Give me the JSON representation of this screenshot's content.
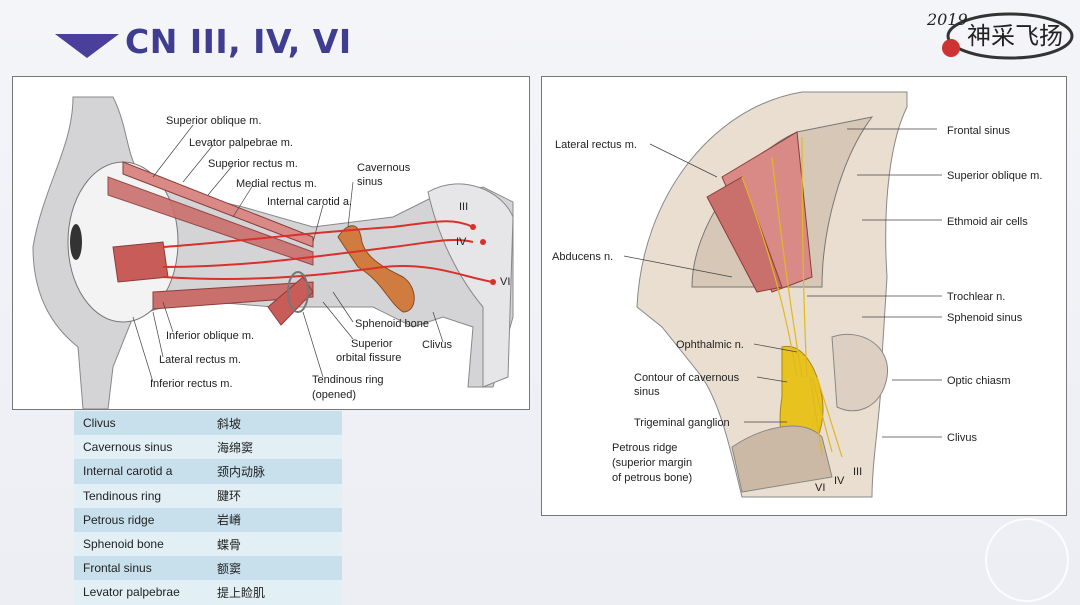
{
  "slide": {
    "title": "CN III, IV, VI"
  },
  "logo": {
    "year": "2019",
    "text": "神采飞扬"
  },
  "left_figure": {
    "labels": {
      "superior_oblique": "Superior oblique m.",
      "levator_palpebrae": "Levator palpebrae m.",
      "superior_rectus": "Superior rectus m.",
      "medial_rectus": "Medial rectus m.",
      "cavernous_sinus_1": "Cavernous",
      "cavernous_sinus_2": "sinus",
      "internal_carotid": "Internal carotid a.",
      "cn3": "III",
      "cn4": "IV",
      "cn6": "VI",
      "inferior_oblique": "Inferior oblique m.",
      "lateral_rectus": "Lateral rectus m.",
      "inferior_rectus": "Inferior rectus m.",
      "sphenoid_bone": "Sphenoid bone",
      "superior_orbital_fissure_1": "Superior",
      "superior_orbital_fissure_2": "orbital fissure",
      "clivus": "Clivus",
      "tendinous_ring_1": "Tendinous ring",
      "tendinous_ring_2": "(opened)"
    }
  },
  "right_figure": {
    "labels": {
      "lateral_rectus": "Lateral rectus m.",
      "frontal_sinus": "Frontal sinus",
      "superior_oblique": "Superior oblique m.",
      "ethmoid_air_cells": "Ethmoid air cells",
      "abducens": "Abducens n.",
      "trochlear": "Trochlear n.",
      "sphenoid_sinus": "Sphenoid sinus",
      "ophthalmic": "Ophthalmic n.",
      "contour_1": "Contour of cavernous",
      "contour_2": "sinus",
      "optic_chiasm": "Optic chiasm",
      "trigeminal_ganglion": "Trigeminal ganglion",
      "clivus": "Clivus",
      "petrous_1": "Petrous ridge",
      "petrous_2": "(superior margin",
      "petrous_3": "of petrous bone)",
      "cn6": "VI",
      "cn4": "IV",
      "cn3": "III"
    }
  },
  "glossary": [
    {
      "en": "Clivus",
      "zh": "斜坡"
    },
    {
      "en": "Cavernous sinus",
      "zh": "海绵窦"
    },
    {
      "en": "Internal carotid a",
      "zh": "颈内动脉"
    },
    {
      "en": "Tendinous ring",
      "zh": "腱环"
    },
    {
      "en": "Petrous ridge",
      "zh": "岩嵴"
    },
    {
      "en": "Sphenoid bone",
      "zh": "蝶骨"
    },
    {
      "en": "Frontal sinus",
      "zh": "额窦"
    },
    {
      "en": "Levator palpebrae",
      "zh": "提上睑肌"
    }
  ],
  "colors": {
    "title": "#3f3d8f",
    "nerve_red": "#d9302c",
    "ganglion_yellow": "#e8c21e",
    "muscle_pink": "#d98a86"
  }
}
